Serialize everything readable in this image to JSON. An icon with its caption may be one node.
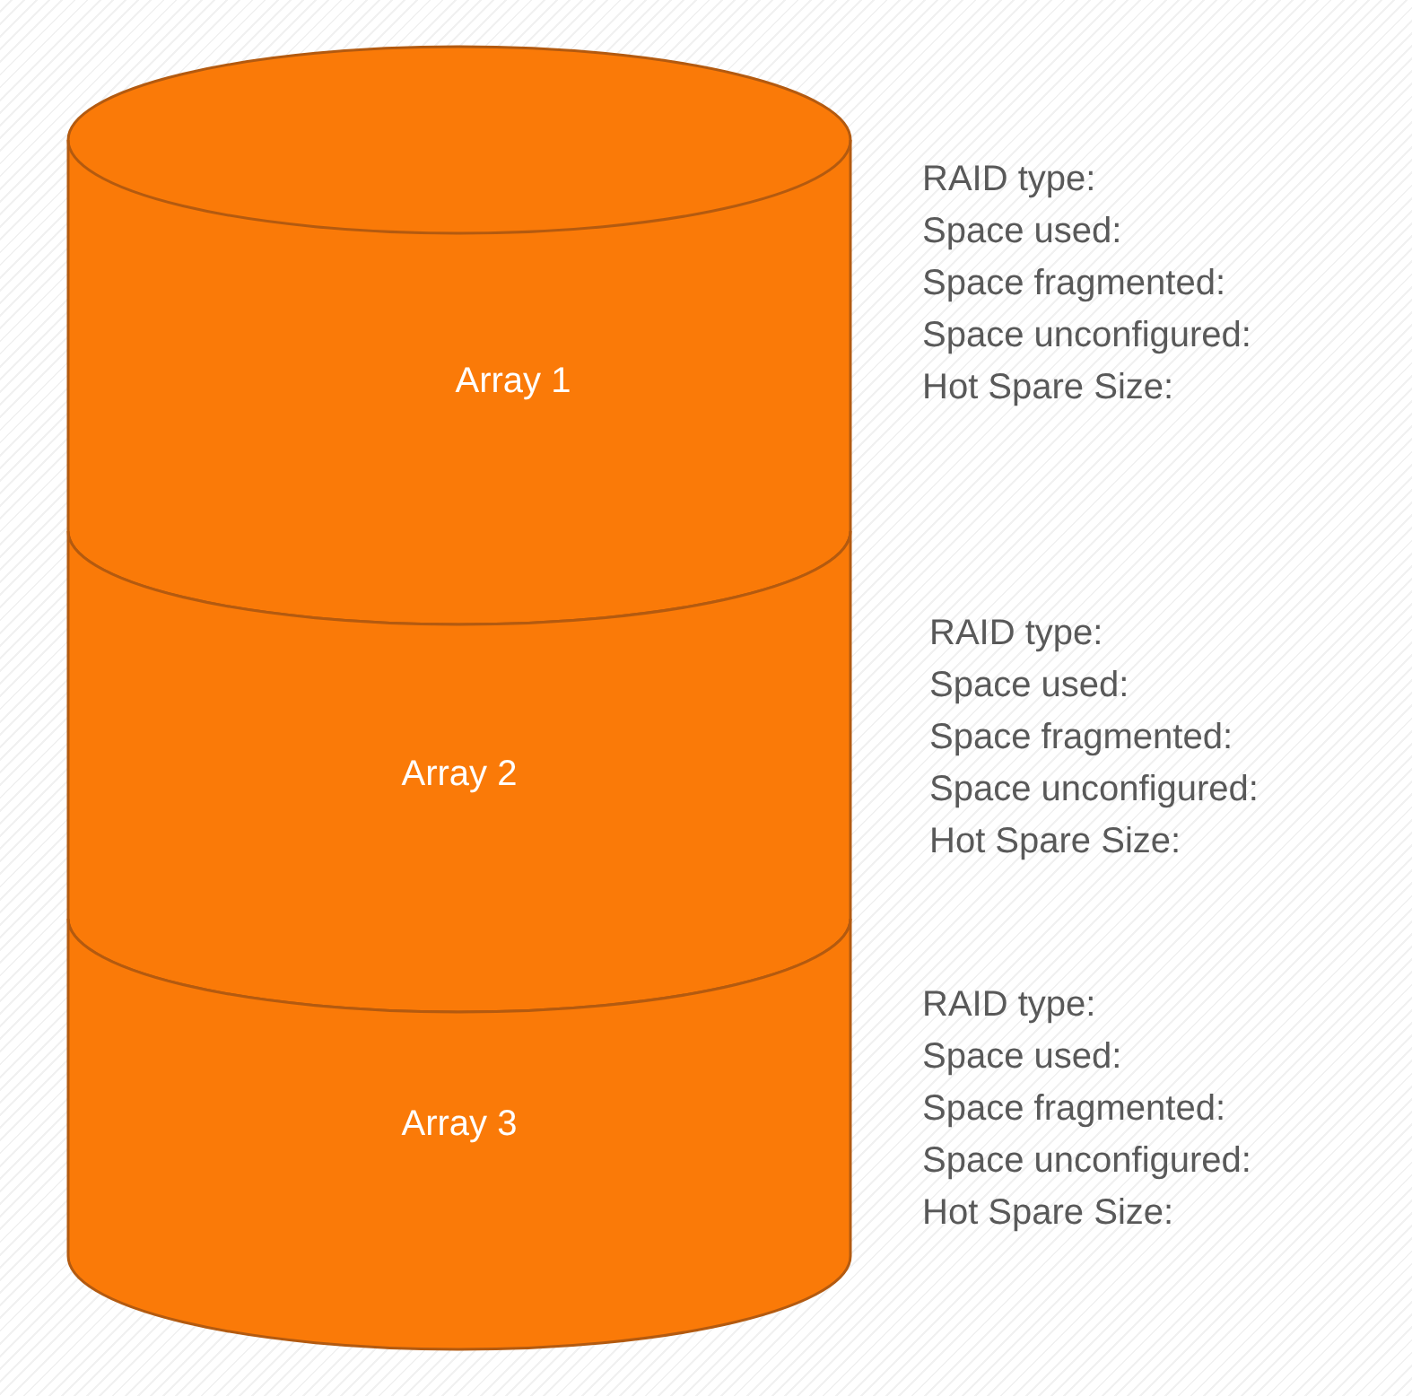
{
  "diagram": {
    "nodes": [
      {
        "text": [
          "Array 1"
        ],
        "beside": [
          "RAID type:",
          "Space used:",
          "Space fragmented:",
          "Space unconfigured:",
          "Hot Spare Size:"
        ]
      },
      {
        "text": [
          "Array 2"
        ],
        "beside": [
          "RAID type:",
          "Space used:",
          "Space fragmented:",
          "Space unconfigured:",
          "Hot Spare Size:"
        ]
      },
      {
        "text": [
          "Array 3"
        ],
        "beside": [
          "RAID type:",
          "Space used:",
          "Space fragmented:",
          "Space unconfigured:",
          "Hot Spare Size:"
        ]
      }
    ]
  }
}
